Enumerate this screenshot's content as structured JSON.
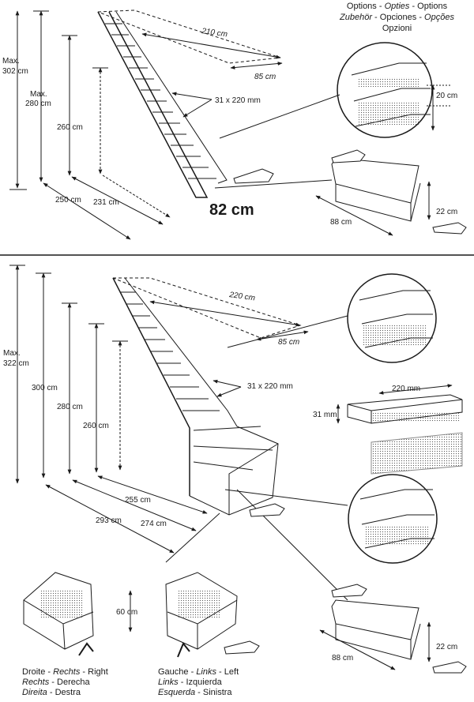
{
  "options_header": {
    "line1": [
      "Options",
      "Opties",
      "Options"
    ],
    "line2": [
      "Zubehör",
      "Opciones",
      "Opções"
    ],
    "line3": "Opzioni"
  },
  "stair1": {
    "max_height_outer": [
      "Max.",
      "302 cm"
    ],
    "max_height_inner": [
      "Max.",
      "280 cm"
    ],
    "height_260": "260 cm",
    "length_210": "210 cm",
    "width_85": "85 cm",
    "tread": "31 x 220 mm",
    "run_250": "250 cm",
    "run_231": "231 cm",
    "width_82": "82 cm"
  },
  "option_riser": {
    "height": "20 cm"
  },
  "option_landing": {
    "length": "88 cm",
    "height": "22 cm"
  },
  "stair2": {
    "max_height": [
      "Max.",
      "322 cm"
    ],
    "h300": "300 cm",
    "h280": "280 cm",
    "h260": "260 cm",
    "length_220": "220 cm",
    "width_85": "85 cm",
    "tread": "31 x 220 mm",
    "run_255": "255 cm",
    "run_274": "274 cm",
    "run_293": "293 cm"
  },
  "option_handrail": {
    "width": "220 mm",
    "thickness": "31 mm"
  },
  "option_landing2": {
    "length": "88 cm",
    "height": "22 cm"
  },
  "variant_height": "60 cm",
  "caption_right": {
    "line1": [
      "Droite",
      "Rechts",
      "Right"
    ],
    "line2": [
      "Rechts",
      "Derecha"
    ],
    "line3": [
      "Direita",
      "Destra"
    ]
  },
  "caption_left": {
    "line1": [
      "Gauche",
      "Links",
      "Left"
    ],
    "line2": [
      "Links",
      "Izquierda"
    ],
    "line3": [
      "Esquerda",
      "Sinistra"
    ]
  }
}
